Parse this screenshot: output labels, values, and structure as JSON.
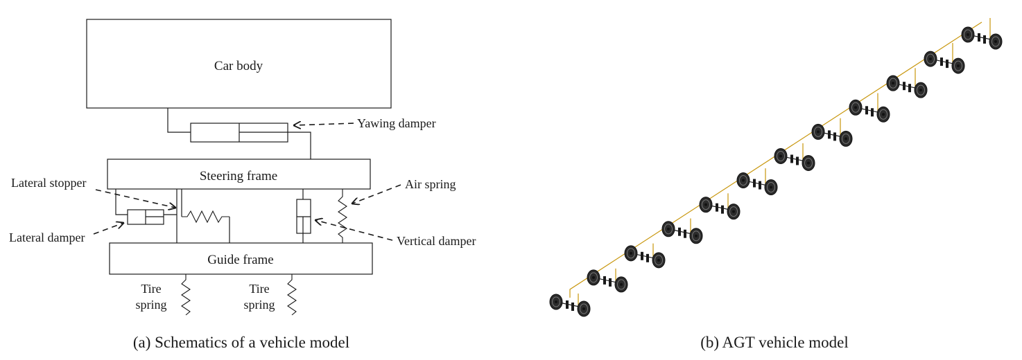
{
  "schematic": {
    "boxes": {
      "car_body": "Car body",
      "steering_frame": "Steering frame",
      "guide_frame": "Guide frame"
    },
    "labels": {
      "yawing_damper": "Yawing damper",
      "lateral_stopper": "Lateral stopper",
      "air_spring": "Air spring",
      "lateral_damper": "Lateral damper",
      "vertical_damper": "Vertical damper",
      "tire_spring_1_line1": "Tire",
      "tire_spring_1_line2": "spring",
      "tire_spring_2_line1": "Tire",
      "tire_spring_2_line2": "spring"
    },
    "caption": "(a) Schematics of a vehicle model"
  },
  "model3d": {
    "caption": "(b) AGT vehicle model",
    "axle_count": 12,
    "colors": {
      "rail": "#c8960c",
      "tire": "#2b2b2b"
    }
  }
}
